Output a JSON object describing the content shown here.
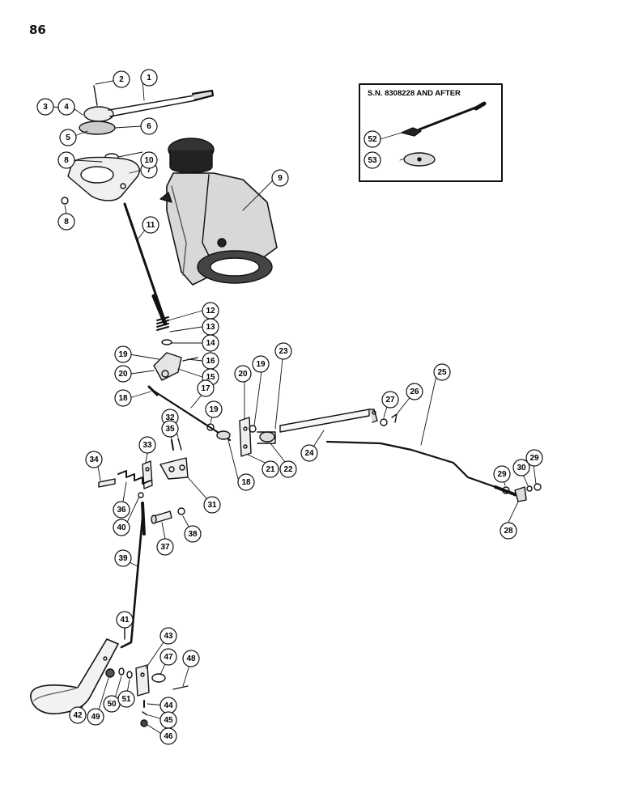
{
  "page_number": "86",
  "inset": {
    "title": "S.N. 8308228 AND AFTER",
    "callouts": [
      "52",
      "53"
    ]
  },
  "callouts": [
    "1",
    "2",
    "3",
    "4",
    "5",
    "6",
    "7",
    "8",
    "8",
    "9",
    "10",
    "11",
    "12",
    "13",
    "14",
    "15",
    "16",
    "17",
    "18",
    "18",
    "19",
    "19",
    "19",
    "20",
    "20",
    "21",
    "22",
    "23",
    "24",
    "25",
    "26",
    "27",
    "28",
    "29",
    "29",
    "30",
    "31",
    "32",
    "33",
    "34",
    "35",
    "36",
    "37",
    "38",
    "39",
    "40",
    "41",
    "42",
    "43",
    "44",
    "45",
    "46",
    "47",
    "48",
    "49",
    "50",
    "51"
  ]
}
